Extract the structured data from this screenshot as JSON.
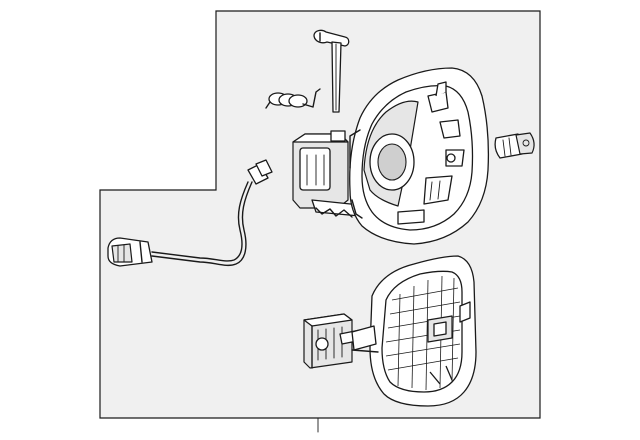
{
  "diagram": {
    "type": "exploded-parts-illustration",
    "line_color": "#1a1a1a",
    "panel_color": "#f0f0f0",
    "background_color": "#ffffff",
    "parts": [
      "housing-bracket",
      "fuel-door",
      "actuator",
      "release-rod",
      "spring",
      "bumper",
      "wire-harness",
      "callout-leader"
    ]
  }
}
